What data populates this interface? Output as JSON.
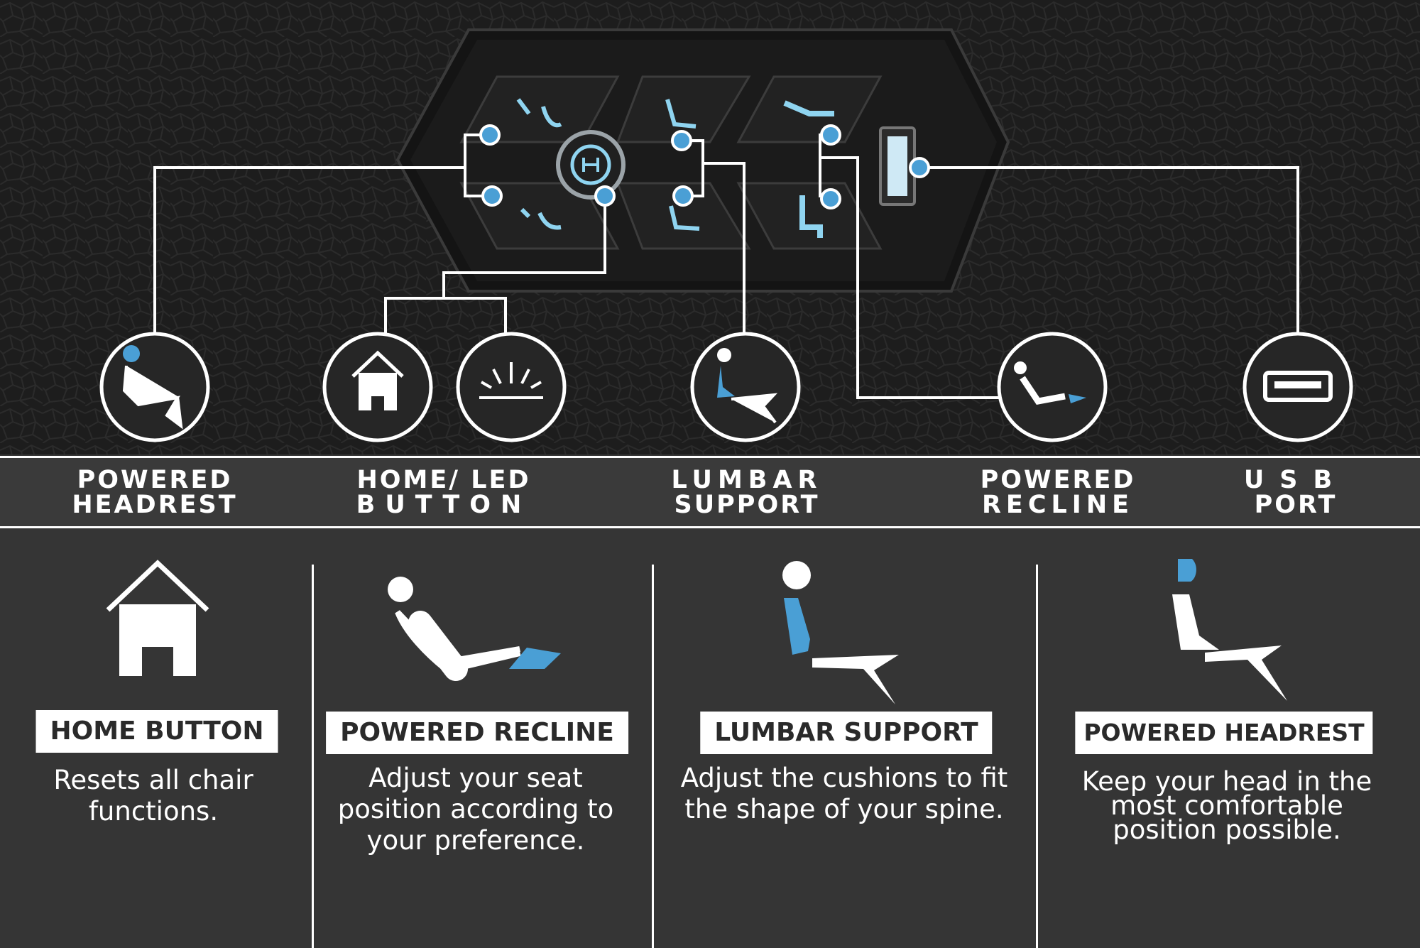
{
  "colors": {
    "accent": "#4a9fd5",
    "glow": "#8fd4f0",
    "background": "#353535",
    "band": "#3a3a3a",
    "line": "#ffffff"
  },
  "diagram": {
    "callouts": [
      {
        "id": "headrest",
        "icon": "powered-headrest-icon"
      },
      {
        "id": "home",
        "icon": "home-icon"
      },
      {
        "id": "led",
        "icon": "led-light-icon"
      },
      {
        "id": "lumbar",
        "icon": "lumbar-support-icon"
      },
      {
        "id": "recline",
        "icon": "powered-recline-icon"
      },
      {
        "id": "usb",
        "icon": "usb-port-icon"
      }
    ]
  },
  "band": {
    "headrest": {
      "line1": "POWERED",
      "line2": "HEADREST"
    },
    "home_led": {
      "line1": "HOME/ LED",
      "line2": "BUTTON"
    },
    "lumbar": {
      "line1": "LUMBAR",
      "line2": "SUPPORT"
    },
    "recline": {
      "line1": "POWERED",
      "line2": "RECLINE"
    },
    "usb": {
      "line1": "USB",
      "line2": "PORT"
    }
  },
  "features": [
    {
      "icon": "home-icon",
      "title": "HOME BUTTON",
      "description": "Resets all chair functions."
    },
    {
      "icon": "powered-recline-icon",
      "title": "POWERED RECLINE",
      "description": "Adjust your seat position according to your preference."
    },
    {
      "icon": "lumbar-support-icon",
      "title": "LUMBAR SUPPORT",
      "description": "Adjust the cushions to fit the shape of your spine."
    },
    {
      "icon": "powered-headrest-icon",
      "title": "POWERED HEADREST",
      "description": "Keep your head in the most comfortable position possible."
    }
  ]
}
